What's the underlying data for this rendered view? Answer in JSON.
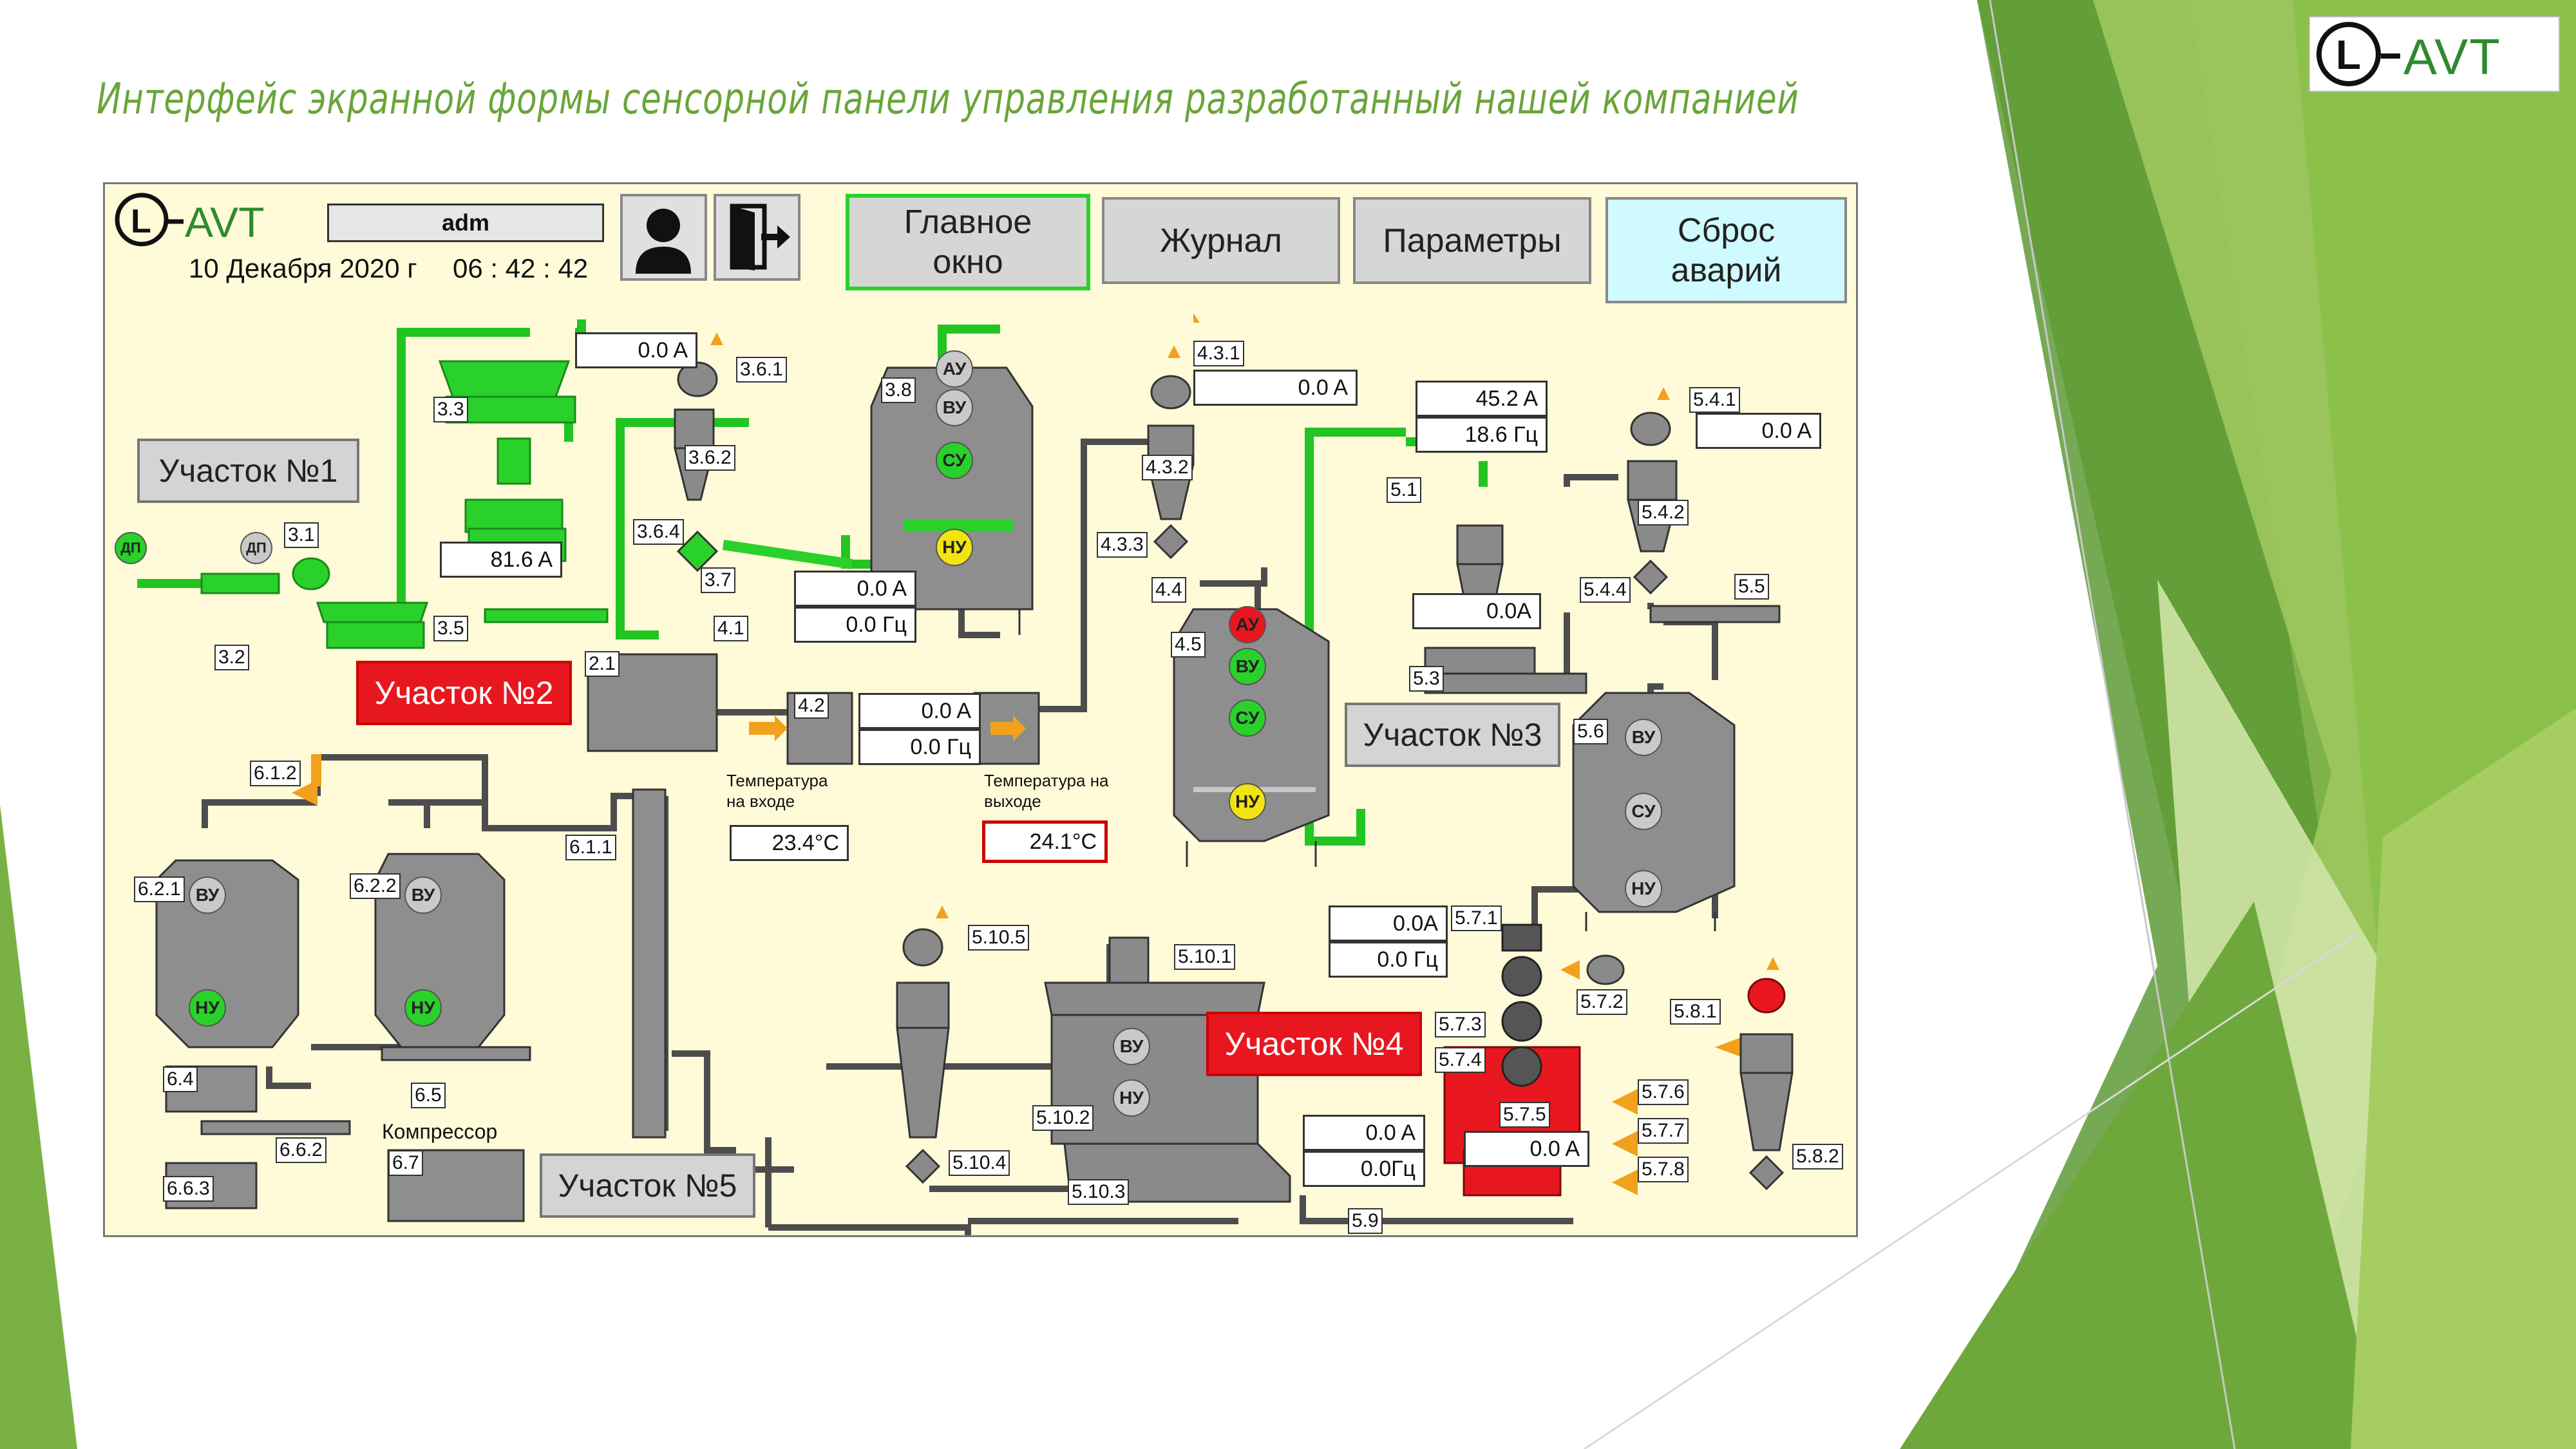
{
  "slide": {
    "title": "Интерфейс экранной формы сенсорной панели управления разработанный нашей компанией",
    "brand_logo": "L-AVT",
    "colors": {
      "accent_green": "#6aa53a",
      "alarm_red": "#e8171f",
      "on_green": "#2ad12a",
      "panel_bg": "#fffbd9"
    }
  },
  "hmi": {
    "logo": "L-AVT",
    "user": "adm",
    "date": "10 Декабря 2020 г",
    "time": "06 : 42 : 42",
    "icons": {
      "user": "user-icon",
      "logout": "logout-icon"
    },
    "nav": {
      "main": "Главное окно",
      "journal": "Журнал",
      "params": "Параметры",
      "reset": "Сброс аварий"
    },
    "sections": {
      "s1": "Участок №1",
      "s2": "Участок №2",
      "s3": "Участок №3",
      "s4": "Участок №4",
      "s5": "Участок №5"
    },
    "readings": {
      "r361": "0.0 A",
      "r35": "81.6 A",
      "r37a": "0.0 A",
      "r37f": "0.0 Гц",
      "r42a": "0.0 A",
      "r42f": "0.0 Гц",
      "r431": "0.0 A",
      "r51a": "45.2 A",
      "r51f": "18.6 Гц",
      "r53": "0.0А",
      "r541": "0.0 A",
      "r571a": "0.0A",
      "r571f": "0.0 Гц",
      "r575": "0.0 A",
      "r59a": "0.0 A",
      "r59f": "0.0Гц",
      "t_in": "23.4°C",
      "t_out": "24.1°C"
    },
    "labels": {
      "temp_in": "Температура на входе",
      "temp_out": "Температура на выходе",
      "compressor": "Компрессор"
    },
    "tags": [
      "3.1",
      "3.2",
      "3.3",
      "3.5",
      "3.6.1",
      "3.6.2",
      "3.6.4",
      "3.7",
      "3.8",
      "4.1",
      "2.1",
      "4.2",
      "4.3.1",
      "4.3.2",
      "4.3.3",
      "4.4",
      "4.5",
      "5.1",
      "5.3",
      "5.4.1",
      "5.4.2",
      "5.4.4",
      "5.5",
      "5.6",
      "6.1.2",
      "6.1.1",
      "6.2.1",
      "6.2.2",
      "6.4",
      "6.5",
      "6.6.2",
      "6.6.3",
      "6.7",
      "5.10.5",
      "5.10.1",
      "5.10.2",
      "5.10.4",
      "5.10.3",
      "5.7.1",
      "5.7.2",
      "5.7.3",
      "5.7.4",
      "5.7.5",
      "5.7.6",
      "5.7.7",
      "5.7.8",
      "5.8.1",
      "5.8.2",
      "5.9"
    ],
    "indicators": {
      "au": "АУ",
      "vu": "ВУ",
      "su": "СУ",
      "nu": "НУ",
      "dp": "ДП"
    }
  }
}
